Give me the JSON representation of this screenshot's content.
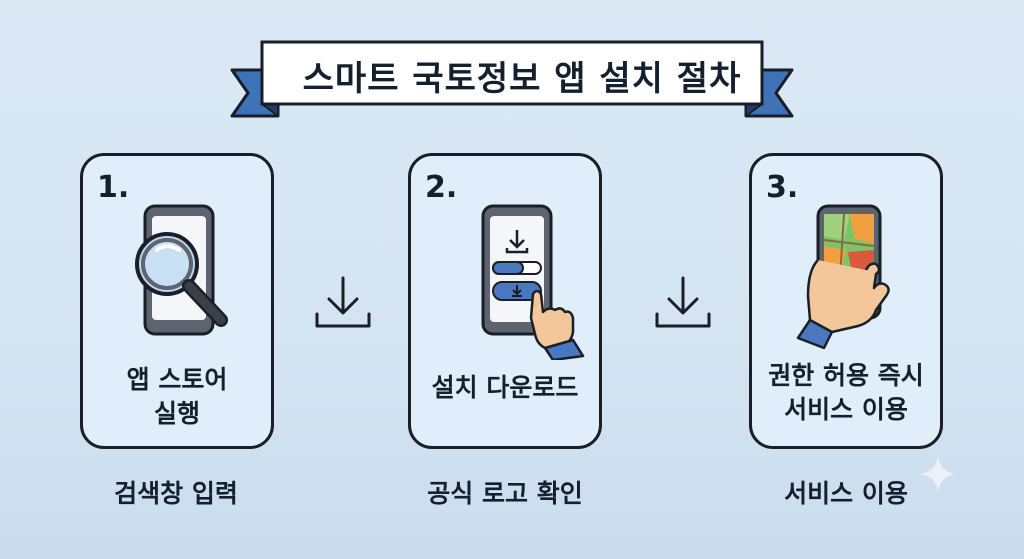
{
  "title": "스마트 국토정보 앱 설치 절차",
  "steps": [
    {
      "number": "1.",
      "label_line1": "앱 스토어",
      "label_line2": "실행",
      "caption": "검색창 입력"
    },
    {
      "number": "2.",
      "label_line1": "설치 다운로드",
      "caption": "공식 로고 확인"
    },
    {
      "number": "3.",
      "label_line1": "권한 허용 즉시",
      "label_line2": "서비스 이용",
      "caption": "서비스 이용"
    }
  ],
  "colors": {
    "background": "#d8e7f4",
    "card": "#dfeefa",
    "banner_fold": "#3f73b8",
    "outline": "#1a1e26",
    "accent_blue": "#4a78c0",
    "map_green": "#7cc36a",
    "map_orange": "#f0a040"
  },
  "icons": [
    "magnifier-phone-icon",
    "download-arrow-icon",
    "tap-download-phone-icon",
    "hand-map-phone-icon",
    "sparkle-icon"
  ]
}
